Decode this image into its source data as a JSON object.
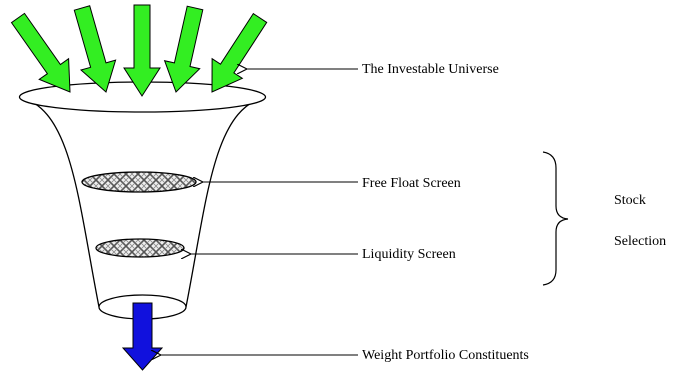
{
  "labels": {
    "universe": "The Investable Universe",
    "free_float": "Free Float Screen",
    "liquidity": "Liquidity Screen",
    "stock_selection_line1": "Stock",
    "stock_selection_line2": "Selection",
    "weight": "Weight Portfolio Constituents"
  },
  "colors": {
    "input_arrows": "#33ee22",
    "output_arrow": "#1111dd",
    "outline": "#000000",
    "screen_mesh": "#555555"
  },
  "input_arrow_count": 5
}
